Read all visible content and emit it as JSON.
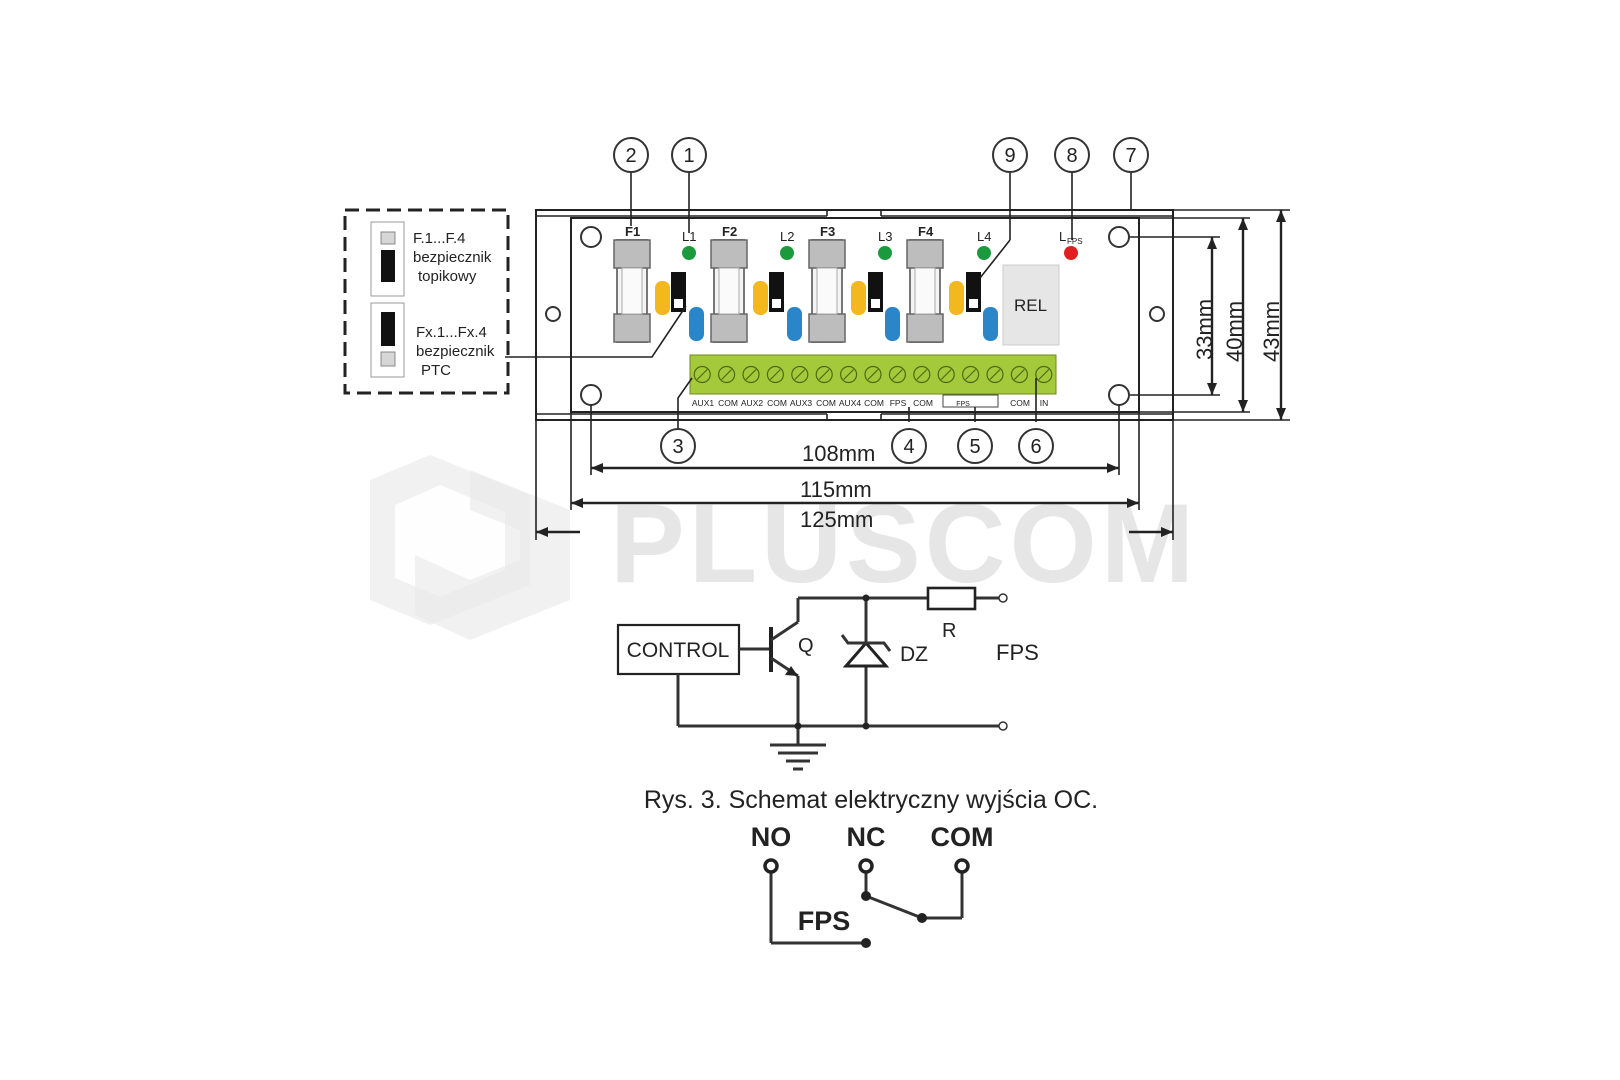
{
  "callouts": [
    "2",
    "1",
    "9",
    "8",
    "7",
    "3",
    "4",
    "5",
    "6"
  ],
  "legend": {
    "fuse_glass_line1": "F.1...F.4",
    "fuse_glass_line2": "bezpiecznik",
    "fuse_glass_line3": "topikowy",
    "fuse_ptc_line1": "Fx.1...Fx.4",
    "fuse_ptc_line2": "bezpiecznik",
    "fuse_ptc_line3": "PTC"
  },
  "board": {
    "fuses": [
      "F1",
      "F2",
      "F3",
      "F4"
    ],
    "leds": [
      "L1",
      "L2",
      "L3",
      "L4"
    ],
    "led_fps_main": "L",
    "led_fps_sub": "FPS",
    "relay": "REL",
    "terminals": [
      "AUX1",
      "COM",
      "AUX2",
      "COM",
      "AUX3",
      "COM",
      "AUX4",
      "COM",
      "FPS",
      "COM",
      "FPS",
      "COM",
      "IN"
    ]
  },
  "dimensions": {
    "d108": "108mm",
    "d115": "115mm",
    "d125": "125mm",
    "d33": "33mm",
    "d40": "40mm",
    "d43": "43mm"
  },
  "watermark": "PLUSCOM",
  "schematic": {
    "control": "CONTROL",
    "transistor": "Q",
    "zener": "DZ",
    "resistor": "R",
    "output": "FPS"
  },
  "caption": "Rys. 3. Schemat elektryczny wyjścia OC.",
  "relay_diagram": {
    "no": "NO",
    "nc": "NC",
    "com": "COM",
    "fps": "FPS"
  },
  "colors": {
    "terminal_green": "#a4c93a",
    "led_green": "#1a9a3c",
    "led_red": "#e02020",
    "cap_yellow": "#f2b81d",
    "cap_blue": "#2a86c9"
  }
}
